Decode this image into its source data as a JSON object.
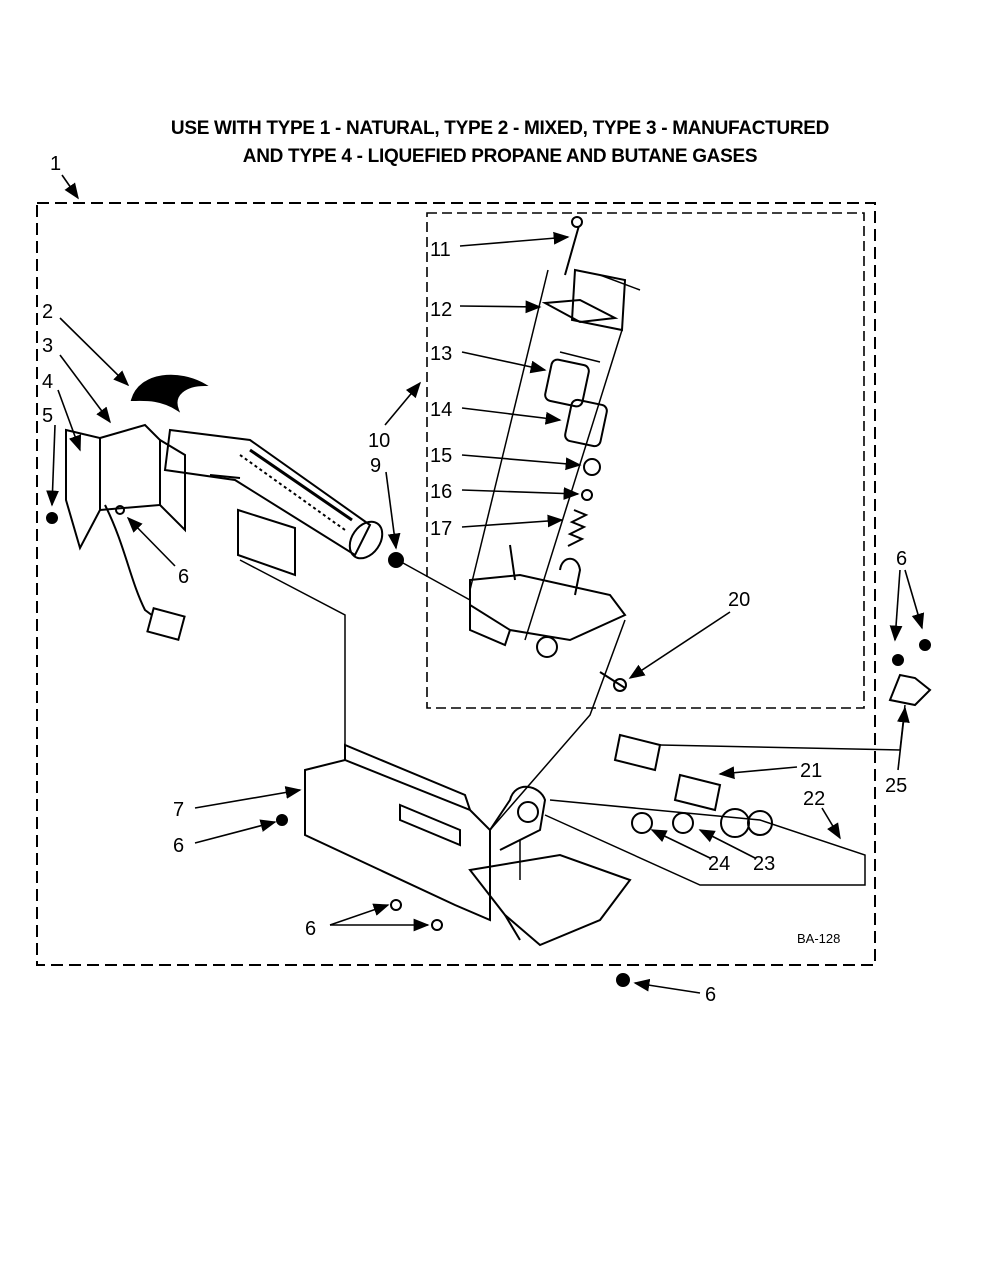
{
  "title": {
    "line1": "USE WITH TYPE 1 - NATURAL, TYPE 2 - MIXED, TYPE 3 - MANUFACTURED",
    "line2": "AND TYPE 4 - LIQUEFIED PROPANE AND BUTANE GASES"
  },
  "diagram_code": "BA-128",
  "callouts": {
    "c1": "1",
    "c2": "2",
    "c3": "3",
    "c4": "4",
    "c5": "5",
    "c6a": "6",
    "c6b": "6",
    "c6c": "6",
    "c6d": "6",
    "c6e": "6",
    "c7": "7",
    "c9": "9",
    "c10": "10",
    "c11": "11",
    "c12": "12",
    "c13": "13",
    "c14": "14",
    "c15": "15",
    "c16": "16",
    "c17": "17",
    "c20": "20",
    "c21": "21",
    "c22": "22",
    "c23": "23",
    "c24": "24",
    "c25": "25"
  }
}
